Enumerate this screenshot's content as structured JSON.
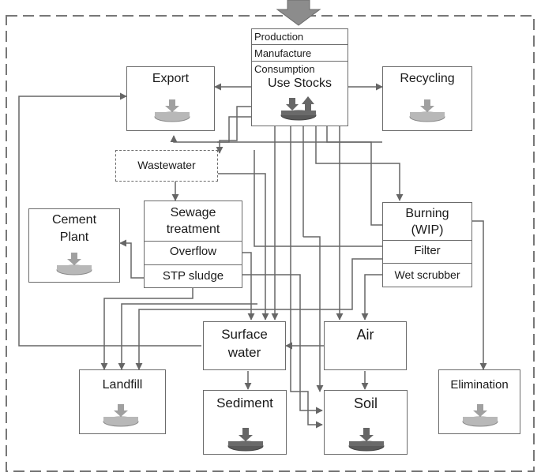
{
  "nodes": {
    "source": {
      "rows": [
        "Production",
        "Manufacture",
        "Consumption"
      ],
      "label": "Use Stocks"
    },
    "export": {
      "label": "Export"
    },
    "recycling": {
      "label": "Recycling"
    },
    "wastewater": {
      "label": "Wastewater"
    },
    "sewage": {
      "label": "Sewage\ntreatment",
      "rows": [
        "Overflow",
        "STP sludge"
      ]
    },
    "cement": {
      "label": "Cement\nPlant"
    },
    "burning": {
      "label": "Burning\n(WIP)",
      "rows": [
        "Filter",
        "Wet scrubber"
      ]
    },
    "surface_water": {
      "label": "Surface\nwater"
    },
    "air": {
      "label": "Air"
    },
    "landfill": {
      "label": "Landfill"
    },
    "sediment": {
      "label": "Sediment"
    },
    "soil": {
      "label": "Soil"
    },
    "elimination": {
      "label": "Elimination"
    }
  },
  "colors": {
    "line": "#666666",
    "stock_light": "#b8b8b8",
    "stock_dark": "#5a5a5a",
    "stock_mid": "#8a8a8a"
  }
}
